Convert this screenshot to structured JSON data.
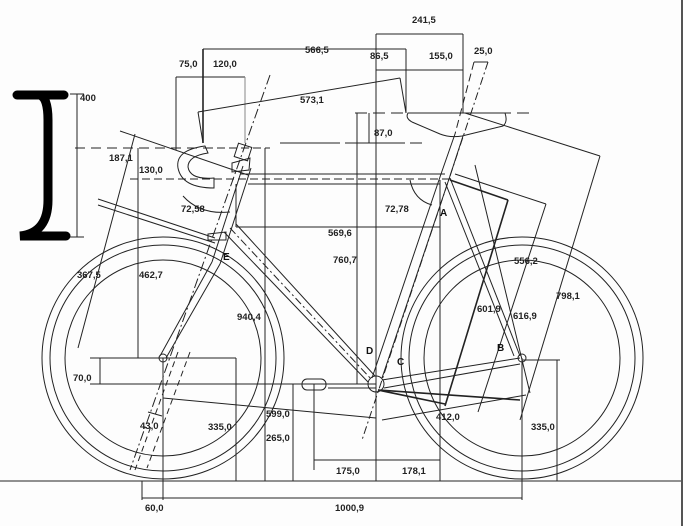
{
  "drawing": {
    "title": "Bicycle frame geometry drawing",
    "units": "mm",
    "stroke_color": "#222222",
    "background": "#fdfdfd"
  },
  "dimensions": {
    "saddle_setback_total": "241,5",
    "top_reach": "566,5",
    "saddle_nose_offset": "86,5",
    "saddle_length": "155,0",
    "seatpost_diameter": "25,0",
    "bar_reach_back": "75,0",
    "stem_reach": "120,0",
    "saddle_to_bar": "573,1",
    "saddle_drop": "87,0",
    "bar_drop": "187,1",
    "stack_spacer": "130,0",
    "head_angle": "72,58",
    "seat_angle": "72,78",
    "top_tube": "569,6",
    "bb_to_saddle_height": "760,7",
    "fork_length": "367,5",
    "stack": "462,7",
    "front_center": "940,4",
    "seat_tube_c_t": "556,2",
    "seat_tube_c_c": "601,9",
    "seat_tube_effective": "616,9",
    "saddle_height_total": "798,1",
    "bb_drop": "70,0",
    "fork_offset": "43,0",
    "front_axle_height": "335,0",
    "bb_to_front": "599,0",
    "bb_height": "265,0",
    "chainstay": "412,0",
    "rear_axle_height": "335,0",
    "crank_length": "175,0",
    "rear_offset": "178,1",
    "trail": "60,0",
    "wheelbase": "1000,9",
    "handlebar_height": "400"
  },
  "points": {
    "a": "A",
    "b": "B",
    "c": "C",
    "d": "D",
    "e": "E"
  }
}
